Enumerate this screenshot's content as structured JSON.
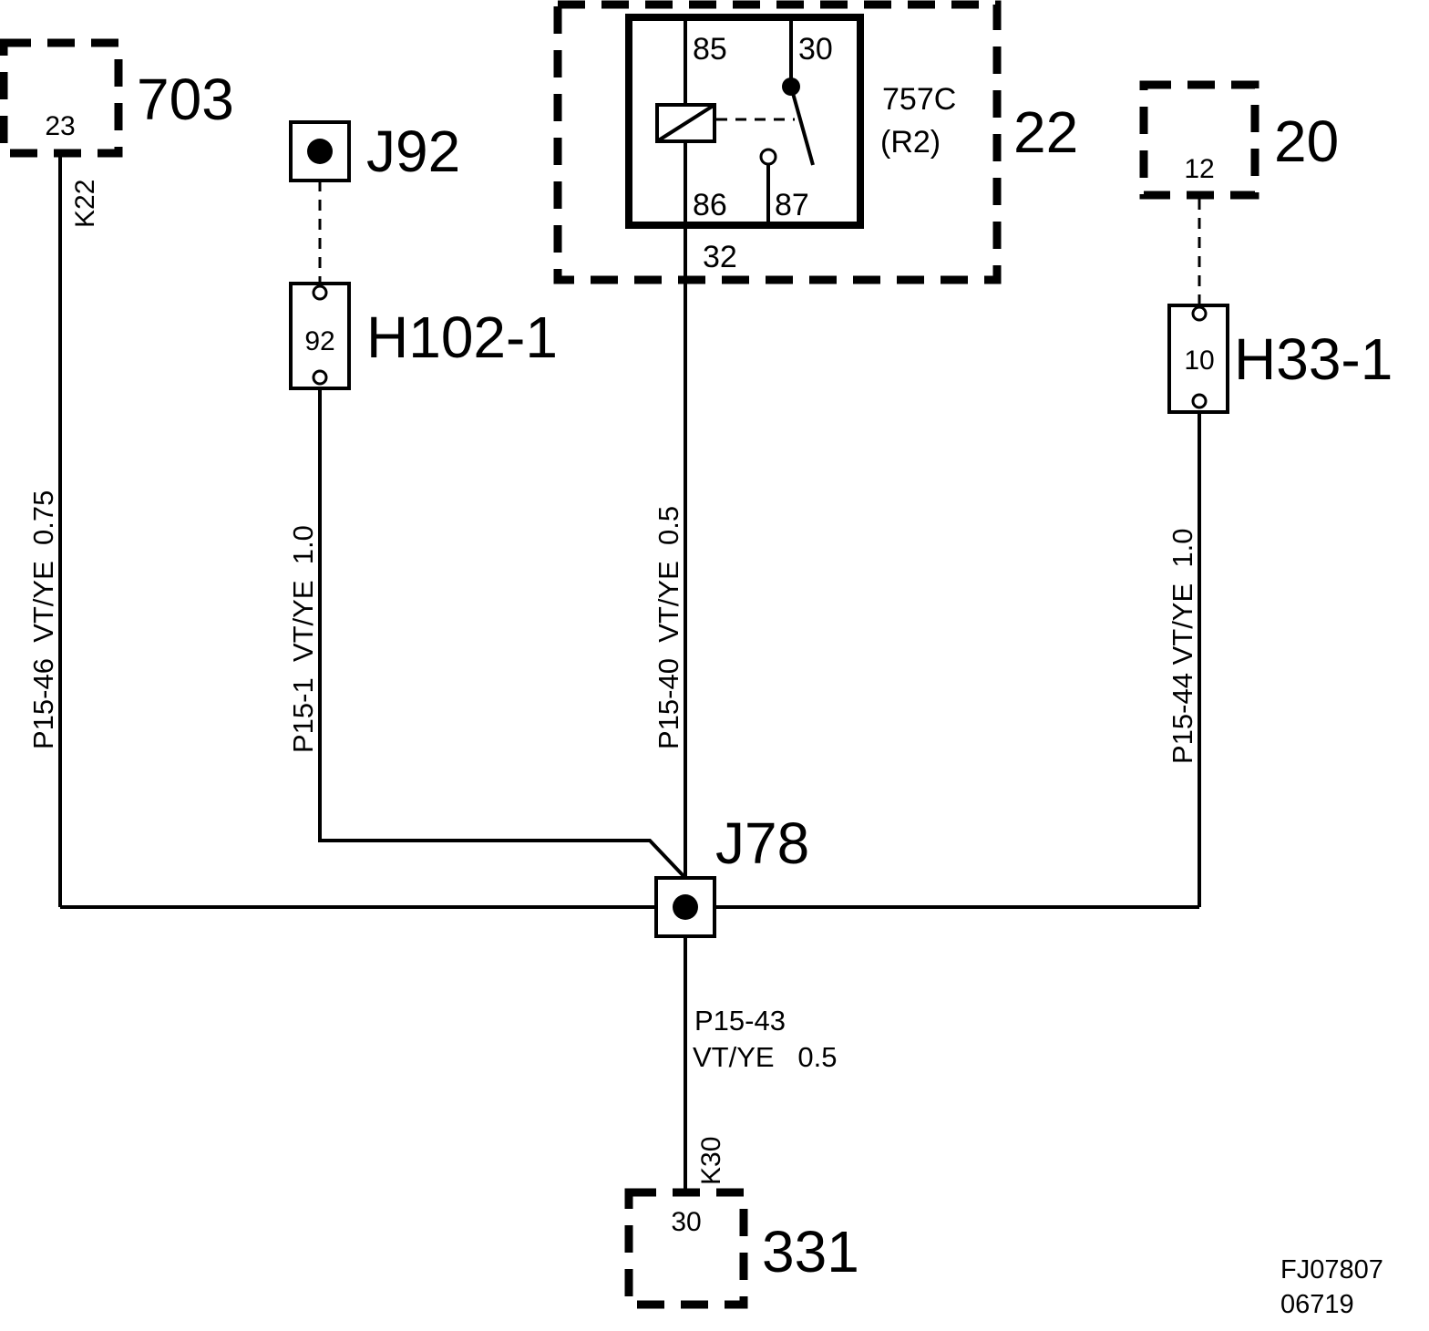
{
  "components": {
    "c703": {
      "id": "703",
      "pin": "23",
      "terminal": "K22"
    },
    "j92": {
      "id": "J92"
    },
    "h102": {
      "id": "H102-1",
      "pin": "92"
    },
    "relay": {
      "box_id": "22",
      "name": "757C",
      "sub": "(R2)",
      "pins": {
        "p85": "85",
        "p30": "30",
        "p86": "86",
        "p87": "87"
      },
      "out_pin": "32"
    },
    "c20": {
      "id": "20",
      "pin": "12"
    },
    "h33": {
      "id": "H33-1",
      "pin": "10"
    },
    "j78": {
      "id": "J78"
    },
    "c331": {
      "id": "331",
      "pin": "30",
      "terminal": "K30"
    }
  },
  "wires": {
    "w1": "P15-46  VT/YE  0.75",
    "w2": "P15-1  VT/YE  1.0",
    "w3": "P15-40  VT/YE  0.5",
    "w4": "P15-44 VT/YE  1.0",
    "w5_line1": "P15-43",
    "w5_line2": "VT/YE   0.5"
  },
  "footer": {
    "code1": "FJ07807",
    "code2": "06719"
  },
  "colors": {
    "ink": "#000000",
    "paper": "#ffffff"
  }
}
